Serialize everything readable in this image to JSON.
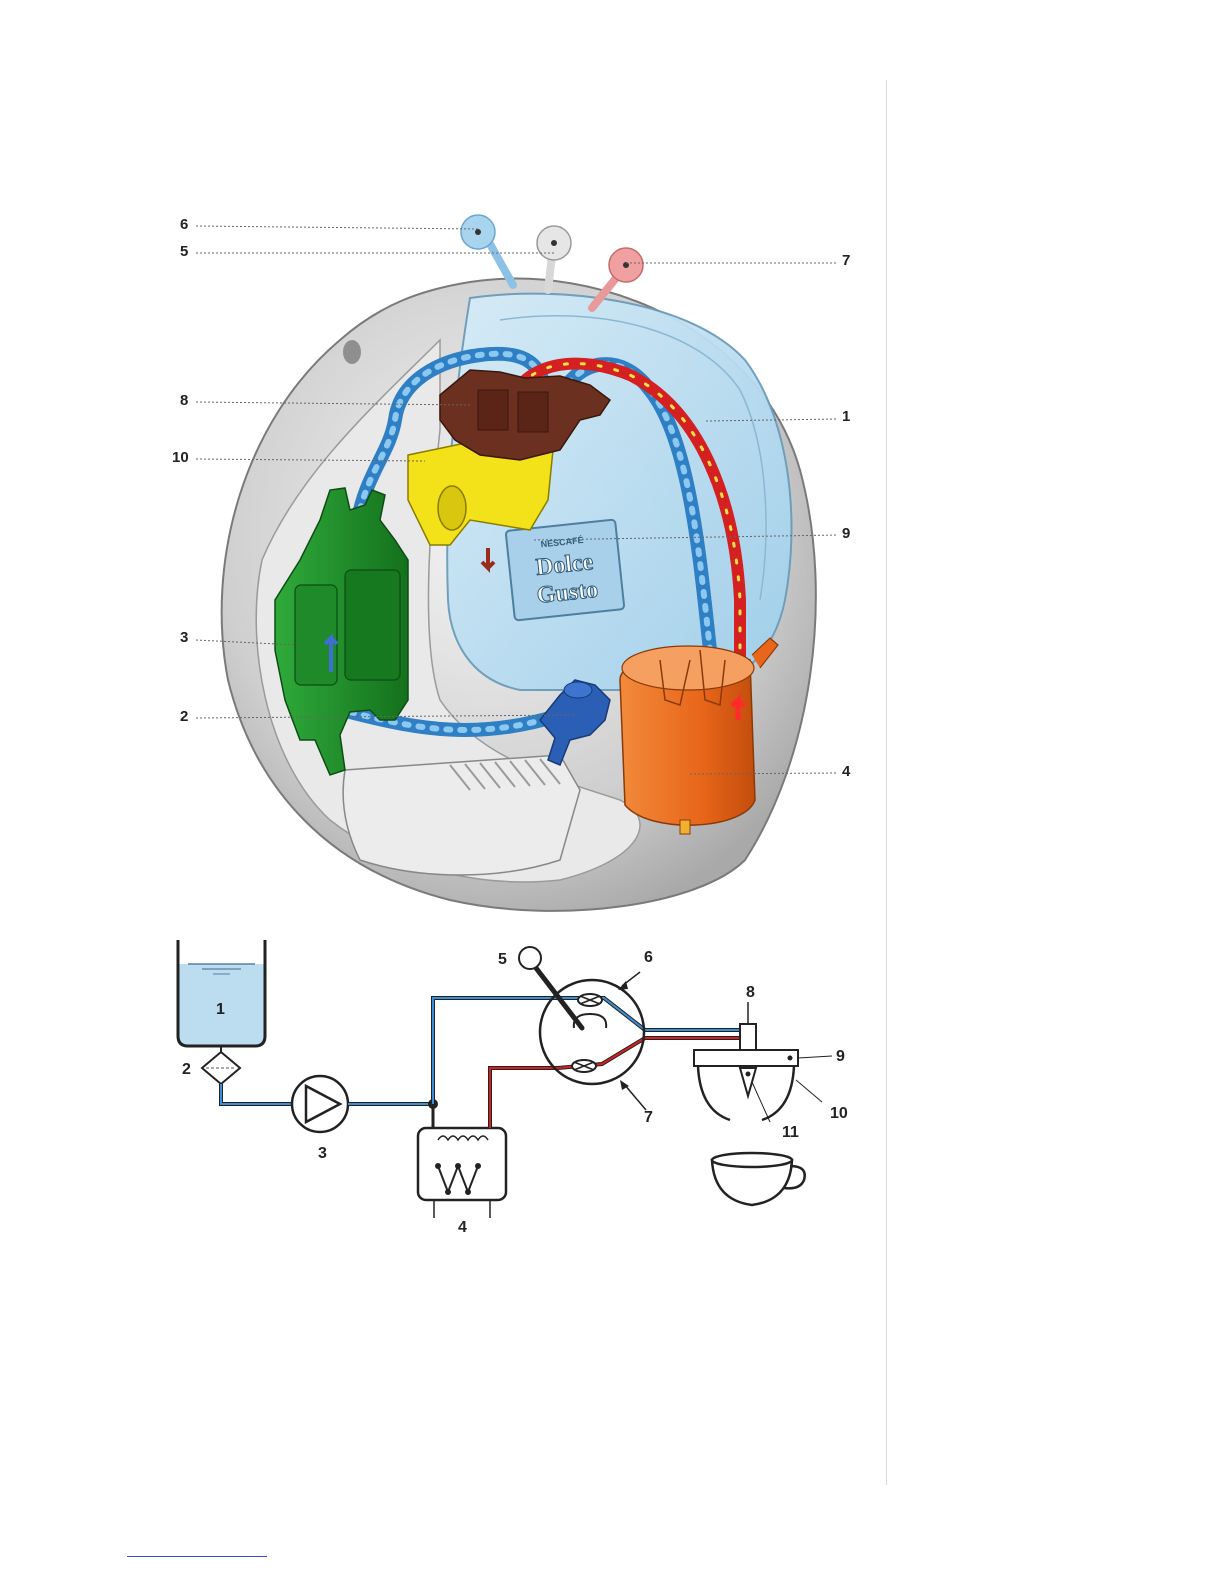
{
  "figure": {
    "cutaway_callouts": [
      "6",
      "5",
      "7",
      "8",
      "1",
      "10",
      "9",
      "3",
      "2",
      "4"
    ],
    "schematic_labels": [
      "1",
      "2",
      "3",
      "4",
      "5",
      "6",
      "7",
      "8",
      "9",
      "10",
      "11"
    ],
    "brand_plate": {
      "line1": "NESCAFÉ",
      "line2": "Dolce",
      "line3": "Gusto"
    }
  },
  "colors": {
    "cold_water": "#3a8fd6",
    "hot_water": "#d42020",
    "tank": "#bcdcf0",
    "pump": "#1f8f2a",
    "heater": "#e8661a",
    "valve": "#6b3020",
    "holder": "#f3e11a",
    "filter": "#2a5fb5"
  }
}
